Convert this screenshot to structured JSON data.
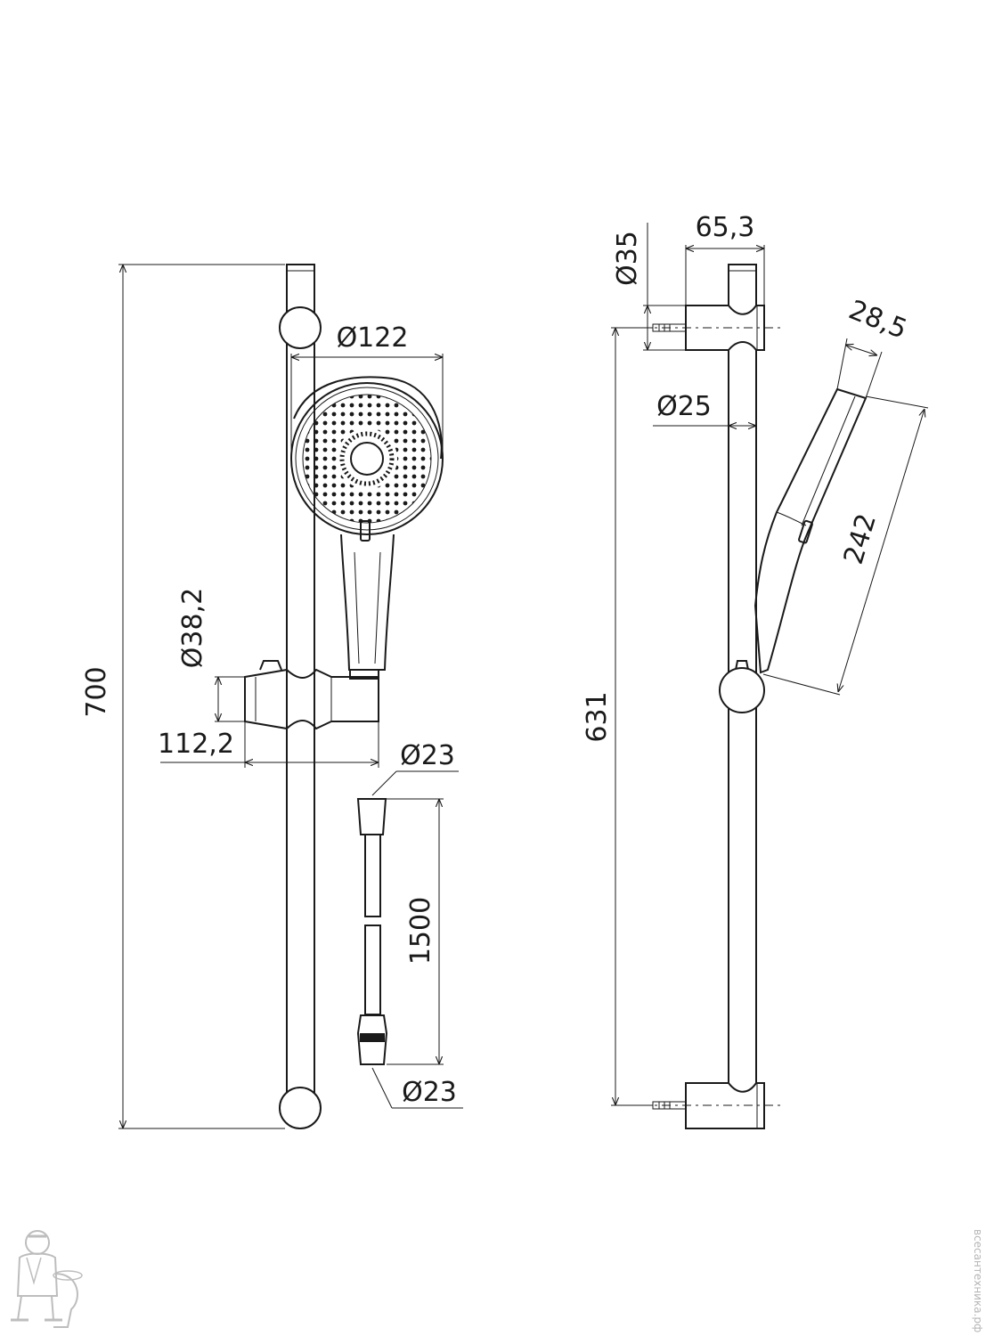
{
  "dimensions": {
    "total_height": "700",
    "head_diameter": "Ø122",
    "holder_diameter": "Ø38,2",
    "holder_width": "112,2",
    "hose_top_diameter": "Ø23",
    "hose_length": "1500",
    "hose_bottom_diameter": "Ø23",
    "bracket_width": "65,3",
    "bracket_diameter": "Ø35",
    "bar_diameter": "Ø25",
    "head_thickness": "28,5",
    "handset_length": "242",
    "bracket_spacing": "631"
  },
  "watermark": "всесантехника.рф"
}
